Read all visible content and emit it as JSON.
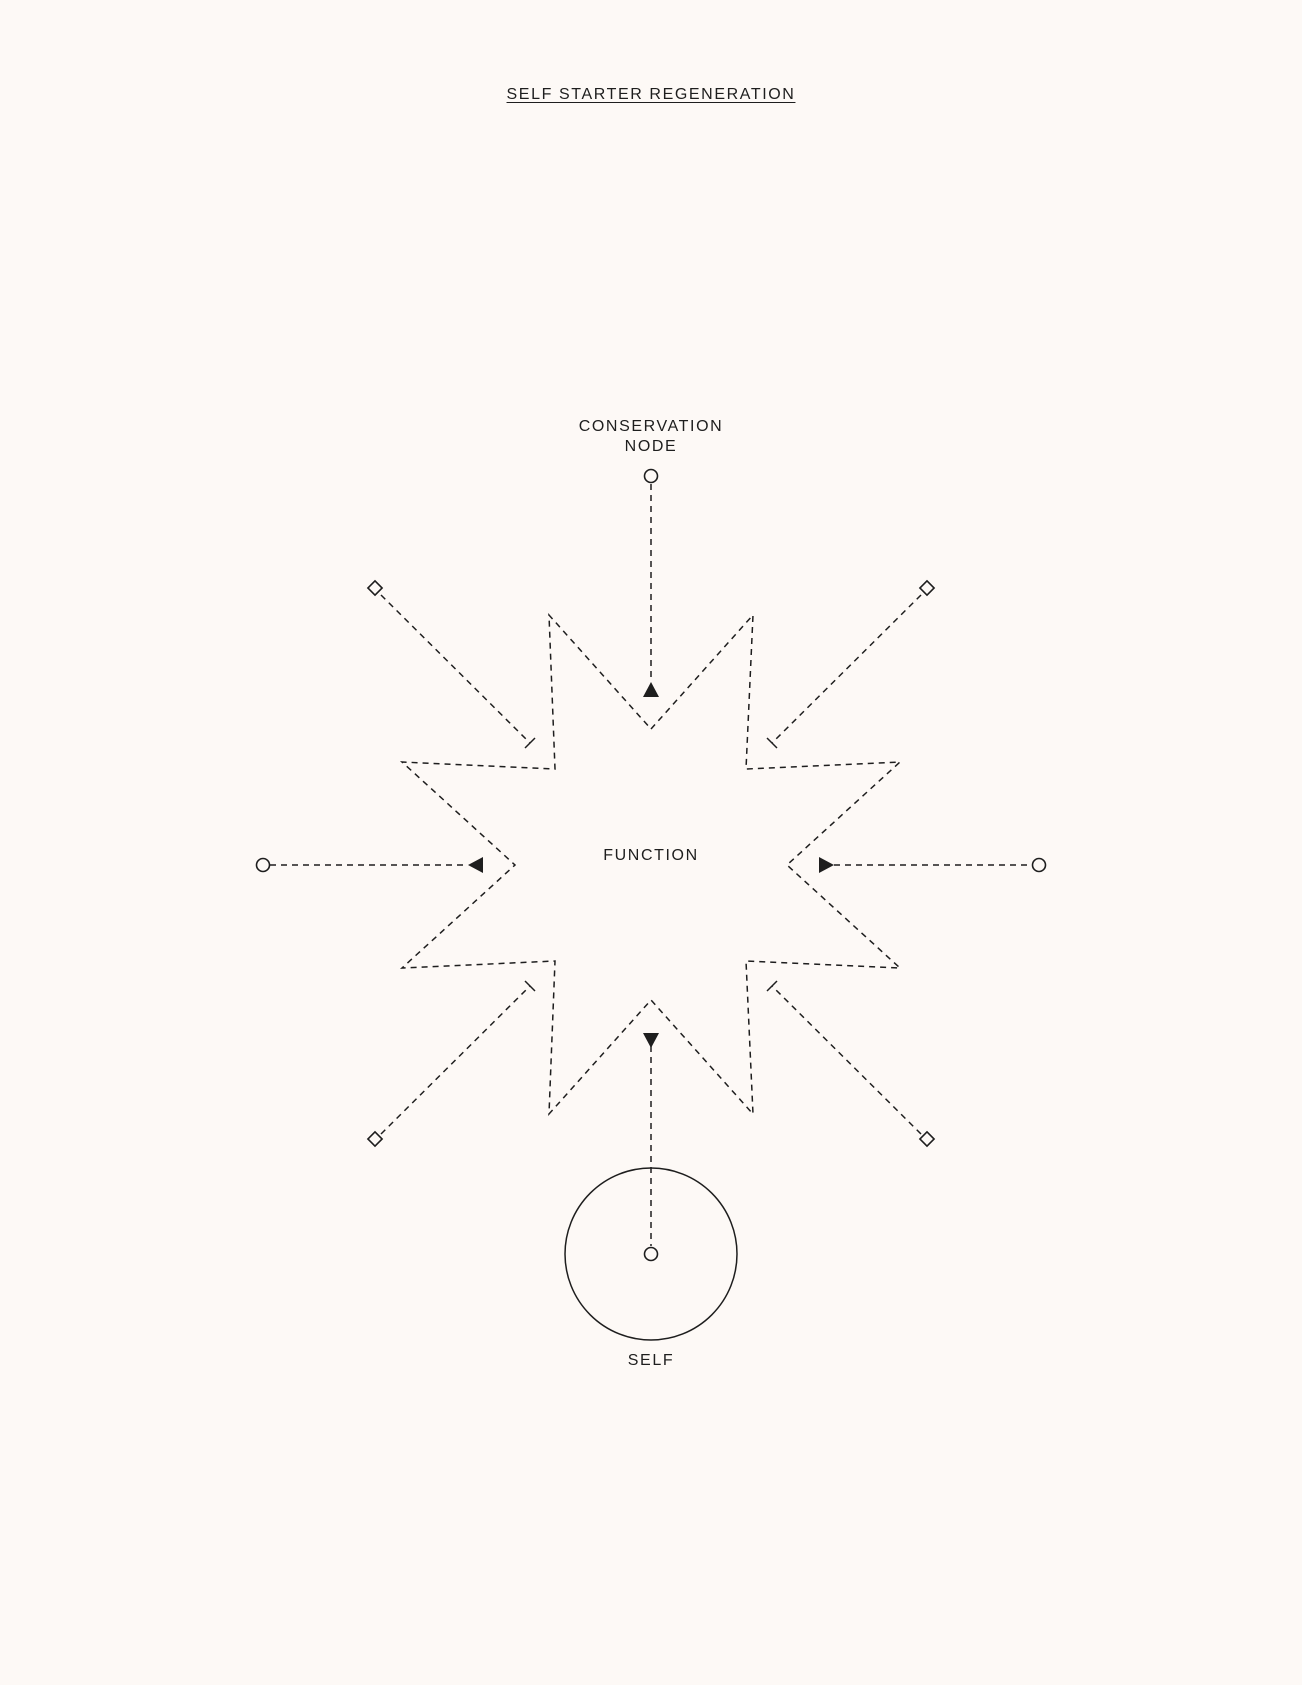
{
  "title": "SELF STARTER REGENERATION",
  "labels": {
    "conservation_node": "CONSERVATION\nNODE",
    "function": "FUNCTION",
    "self": "SELF"
  },
  "colors": {
    "background": "#fdf9f6",
    "ink": "#1e1e1e"
  },
  "icons": {
    "arrowheads": "filled-triangle-icon",
    "outer_nodes_axis": "circle-node-icon",
    "outer_nodes_diagonal": "diamond-node-icon",
    "diagonal_line_ends": "t-bar-end-icon"
  }
}
